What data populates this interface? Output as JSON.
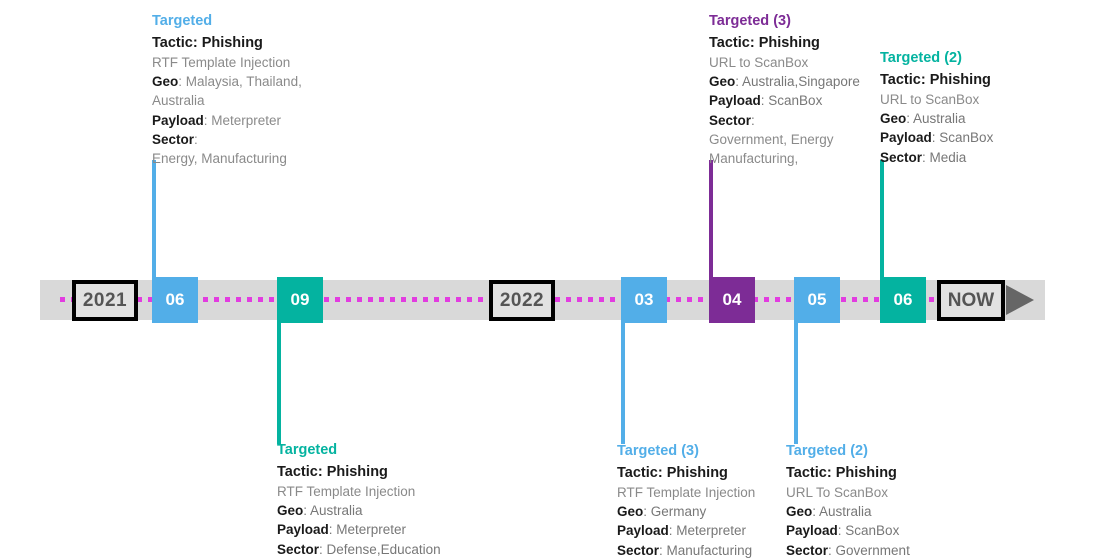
{
  "colors": {
    "blue": "#52AEE8",
    "teal": "#04B3A0",
    "purple": "#7D2C96",
    "track": "#d9d9d9",
    "dots": "#e23ce0",
    "box_border": "#000000",
    "box_fill": "#e2e2e2",
    "box_text": "#555555",
    "body_text": "#8a8a8a",
    "label_text": "#1a1a1a",
    "arrow": "#666666"
  },
  "timeline": {
    "markers": [
      {
        "name": "year-2021",
        "label": "2021",
        "type": "year"
      },
      {
        "name": "month-2021-06",
        "label": "06",
        "type": "month",
        "color": "blue"
      },
      {
        "name": "month-2021-09",
        "label": "09",
        "type": "month",
        "color": "teal"
      },
      {
        "name": "year-2022",
        "label": "2022",
        "type": "year"
      },
      {
        "name": "month-2022-03",
        "label": "03",
        "type": "month",
        "color": "blue"
      },
      {
        "name": "month-2022-04",
        "label": "04",
        "type": "month",
        "color": "purple"
      },
      {
        "name": "month-2022-05",
        "label": "05",
        "type": "month",
        "color": "blue"
      },
      {
        "name": "month-2022-06",
        "label": "06",
        "type": "month",
        "color": "teal"
      },
      {
        "name": "now-marker",
        "label": "NOW",
        "type": "now"
      }
    ]
  },
  "cards": {
    "c1": {
      "headline": "Targeted",
      "tactic": "Tactic: Phishing",
      "sub": "RTF Template Injection",
      "geo_label": "Geo",
      "geo_value": ": Malaysia, Thailand,",
      "geo_cont": "Australia",
      "payload_label": "Payload",
      "payload_value": ": Meterpreter",
      "sector_label": "Sector",
      "sector_value": ":",
      "sector_cont": "Energy, Manufacturing"
    },
    "c2": {
      "headline": "Targeted (3)",
      "tactic": "Tactic: Phishing",
      "sub": "URL to ScanBox",
      "geo_label": "Geo",
      "geo_value": ": Australia,Singapore",
      "payload_label": "Payload",
      "payload_value": ": ScanBox",
      "sector_label": "Sector",
      "sector_value": ":",
      "sector_cont": "Government, Energy",
      "sector_cont2": "Manufacturing,"
    },
    "c3": {
      "headline": "Targeted (2)",
      "tactic": "Tactic: Phishing",
      "sub": "URL to ScanBox",
      "geo_label": "Geo",
      "geo_value": ": Australia",
      "payload_label": "Payload",
      "payload_value": ": ScanBox",
      "sector_label": "Sector",
      "sector_value": ": Media"
    },
    "c4": {
      "headline": "Targeted",
      "tactic": "Tactic: Phishing",
      "sub": "RTF Template Injection",
      "geo_label": "Geo",
      "geo_value": ": Australia",
      "payload_label": "Payload",
      "payload_value": ": Meterpreter",
      "sector_label": "Sector",
      "sector_value": ": Defense,Education"
    },
    "c5": {
      "headline": "Targeted (3)",
      "tactic": "Tactic: Phishing",
      "sub": "RTF Template Injection",
      "geo_label": "Geo",
      "geo_value": ": Germany",
      "payload_label": "Payload",
      "payload_value": ": Meterpreter",
      "sector_label": "Sector",
      "sector_value": ": Manufacturing"
    },
    "c6": {
      "headline": "Targeted (2)",
      "tactic": "Tactic: Phishing",
      "sub": "URL To ScanBox",
      "geo_label": "Geo",
      "geo_value": ": Australia",
      "payload_label": "Payload",
      "payload_value": ": ScanBox",
      "sector_label": "Sector",
      "sector_value": ": Government"
    }
  }
}
